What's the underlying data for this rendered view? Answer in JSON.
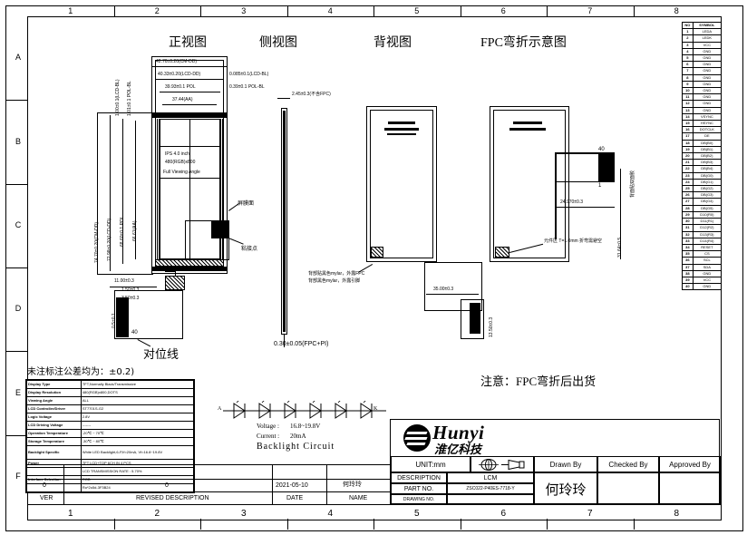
{
  "document": {
    "sheet_title_views": {
      "front_view": "正视图",
      "side_view": "侧视图",
      "back_view": "背视图",
      "fpc_view": "FPC弯折示意图"
    },
    "notice": "注意：FPC弯折后出货",
    "alignment_note": "对位线",
    "tolerance_note": "未注标注公差均为：±0.2)"
  },
  "zones": {
    "rows": [
      "A",
      "B",
      "C",
      "D",
      "E",
      "F"
    ],
    "cols": [
      "1",
      "2",
      "3",
      "4",
      "5",
      "6",
      "7",
      "8"
    ]
  },
  "front_view": {
    "dims_horizontal": [
      "42.70±0.20(CM-DD)",
      "40.33±0.20(LCD-DD)",
      "39.93±0.1 POL",
      "37.44(AA)"
    ],
    "dims_horizontal_right": [
      "0.085±0.1(LCD-BL)",
      "0.39±0.1 POL-BL"
    ],
    "dims_vertical": [
      "74.70±0.20(CM-DD)",
      "72.98±0.20(LCD-DD)",
      "68.60±0.1 POL",
      "66.61(AA)"
    ],
    "dims_vertical_top": [
      "1.00±0.1(LCD-BL)",
      "1.01±0.1 POL-BL"
    ],
    "dim_bottom": "11.00±0.3",
    "dim_small_1": "1.50±0.3",
    "dim_small_2": "3.50±0.3",
    "dim_left": "0.5±0.1",
    "pin_count": "40",
    "label_backlight": "屏膜面",
    "label_glue": "粘接点",
    "center_text": [
      "IPS 4.0 inch",
      "480(RGB)x800",
      "Full Viewing Angle"
    ]
  },
  "side_view": {
    "dim_thickness": "2.45±0.3(不含FPC)",
    "dim_fpc": "0.30±0.05(FPC+PI)"
  },
  "back_view": {
    "label_tape": "背部贴黑色mylar，外露FPC",
    "note": "背部黑色mylar，外露引脚",
    "dim_fpc_width": "35.00±0.3",
    "dim_fpc_vertical": "13.50±0.3"
  },
  "fpc_view": {
    "dim_h": "24.970±0.3",
    "dim_v": "31.64±0.5",
    "label_40": "40",
    "label_1": "1",
    "label_note": "元件区 T=1.0mm 折弯需避空",
    "label_right": "背面贴双面胶"
  },
  "pin_table": {
    "header": [
      "NO",
      "SYMBOL"
    ],
    "rows": [
      [
        "1",
        "LEDA"
      ],
      [
        "2",
        "LEDK"
      ],
      [
        "3",
        "VCC"
      ],
      [
        "4",
        "GND"
      ],
      [
        "5",
        "GND"
      ],
      [
        "6",
        "GND"
      ],
      [
        "7",
        "GND"
      ],
      [
        "8",
        "GND"
      ],
      [
        "9",
        "GND"
      ],
      [
        "10",
        "GND"
      ],
      [
        "11",
        "GND"
      ],
      [
        "12",
        "GND"
      ],
      [
        "13",
        "GND"
      ],
      [
        "14",
        "VSYNC"
      ],
      [
        "15",
        "HSYNC"
      ],
      [
        "16",
        "DOTCLK"
      ],
      [
        "17",
        "DE"
      ],
      [
        "18",
        "DB(B0)"
      ],
      [
        "19",
        "DB(B1)"
      ],
      [
        "20",
        "DB(B2)"
      ],
      [
        "21",
        "DB(B3)"
      ],
      [
        "22",
        "DB(B4)"
      ],
      [
        "23",
        "DB(G0)"
      ],
      [
        "24",
        "DB(G1)"
      ],
      [
        "25",
        "DB(G2)"
      ],
      [
        "26",
        "DB(G3)"
      ],
      [
        "27",
        "DB(G4)"
      ],
      [
        "28",
        "DB(G5)"
      ],
      [
        "29",
        "D10(R0)"
      ],
      [
        "30",
        "D11(R1)"
      ],
      [
        "31",
        "D12(R2)"
      ],
      [
        "32",
        "D13(R3)"
      ],
      [
        "33",
        "D14(R4)"
      ],
      [
        "34",
        "RESET"
      ],
      [
        "35",
        "CS"
      ],
      [
        "36",
        "SCL"
      ],
      [
        "37",
        "SDA"
      ],
      [
        "38",
        "GND"
      ],
      [
        "39",
        "VCC"
      ],
      [
        "40",
        "GND"
      ]
    ]
  },
  "spec_table": {
    "rows": [
      {
        "key": "Display Type",
        "value": "TFT,Normally Black/Transmissive"
      },
      {
        "key": "Display Resolution",
        "value": "480(RGB)x800,DOTS"
      },
      {
        "key": "Viewing Angle",
        "value": "ALL"
      },
      {
        "key": "LCD Controller/Driver",
        "value": "ST7701S-G2"
      },
      {
        "key": "Logic Voltage",
        "value": "2.8V"
      },
      {
        "key": "LCD Driving Voltage",
        "value": "-------"
      },
      {
        "key": "Operation Temperature",
        "value": "-20℃ ~ 70℃"
      },
      {
        "key": "Storage Temperature",
        "value": "-30℃ ~ 80℃"
      },
      {
        "key": "Backlight Specific",
        "value": "White LED Backlight,6-P,If=20mA, Vf=16.8~19.8V"
      },
      {
        "key": "Power",
        "value": "TFT LCD+TOP 6CH IN 4 PCS"
      },
      {
        "key": "",
        "value": "LCD TRANSMISSION RATE : 5.70%"
      },
      {
        "key": "Interface Selection",
        "value": "RGB"
      },
      {
        "key": "",
        "value": "Ro*2o5d-3F3B24"
      }
    ]
  },
  "backlight_circuit": {
    "title": "Backlight Circuit",
    "voltage_label": "Voltage :",
    "voltage_value": "16.8~19.8V",
    "current_label": "Current :",
    "current_value": "20mA",
    "terminal_a": "A",
    "terminal_k": "K",
    "led_count": 6
  },
  "revision": {
    "headers": [
      "VER",
      "REVISED DESCRIPTION",
      "DATE",
      "NAME"
    ],
    "rows": [
      {
        "ver": "0",
        "desc": "0",
        "date": "2021-05-10",
        "name": "何玲玲"
      }
    ]
  },
  "title_block": {
    "brand_en": "Hunyi",
    "brand_cn": "淮亿科技",
    "unit": "UNIT:mm",
    "description_label": "DESCRIPTION",
    "description_value": "LCM",
    "part_no_label": "PART NO.",
    "part_no_value": "ZSC022-P40ES-7718-Y",
    "drawing_no_label": "DRAWING NO.",
    "drawn_by_label": "Drawn By",
    "drawn_by_value": "何玲玲",
    "checked_by_label": "Checked By",
    "checked_by_value": "",
    "approved_by_label": "Approved By",
    "approved_by_value": ""
  }
}
